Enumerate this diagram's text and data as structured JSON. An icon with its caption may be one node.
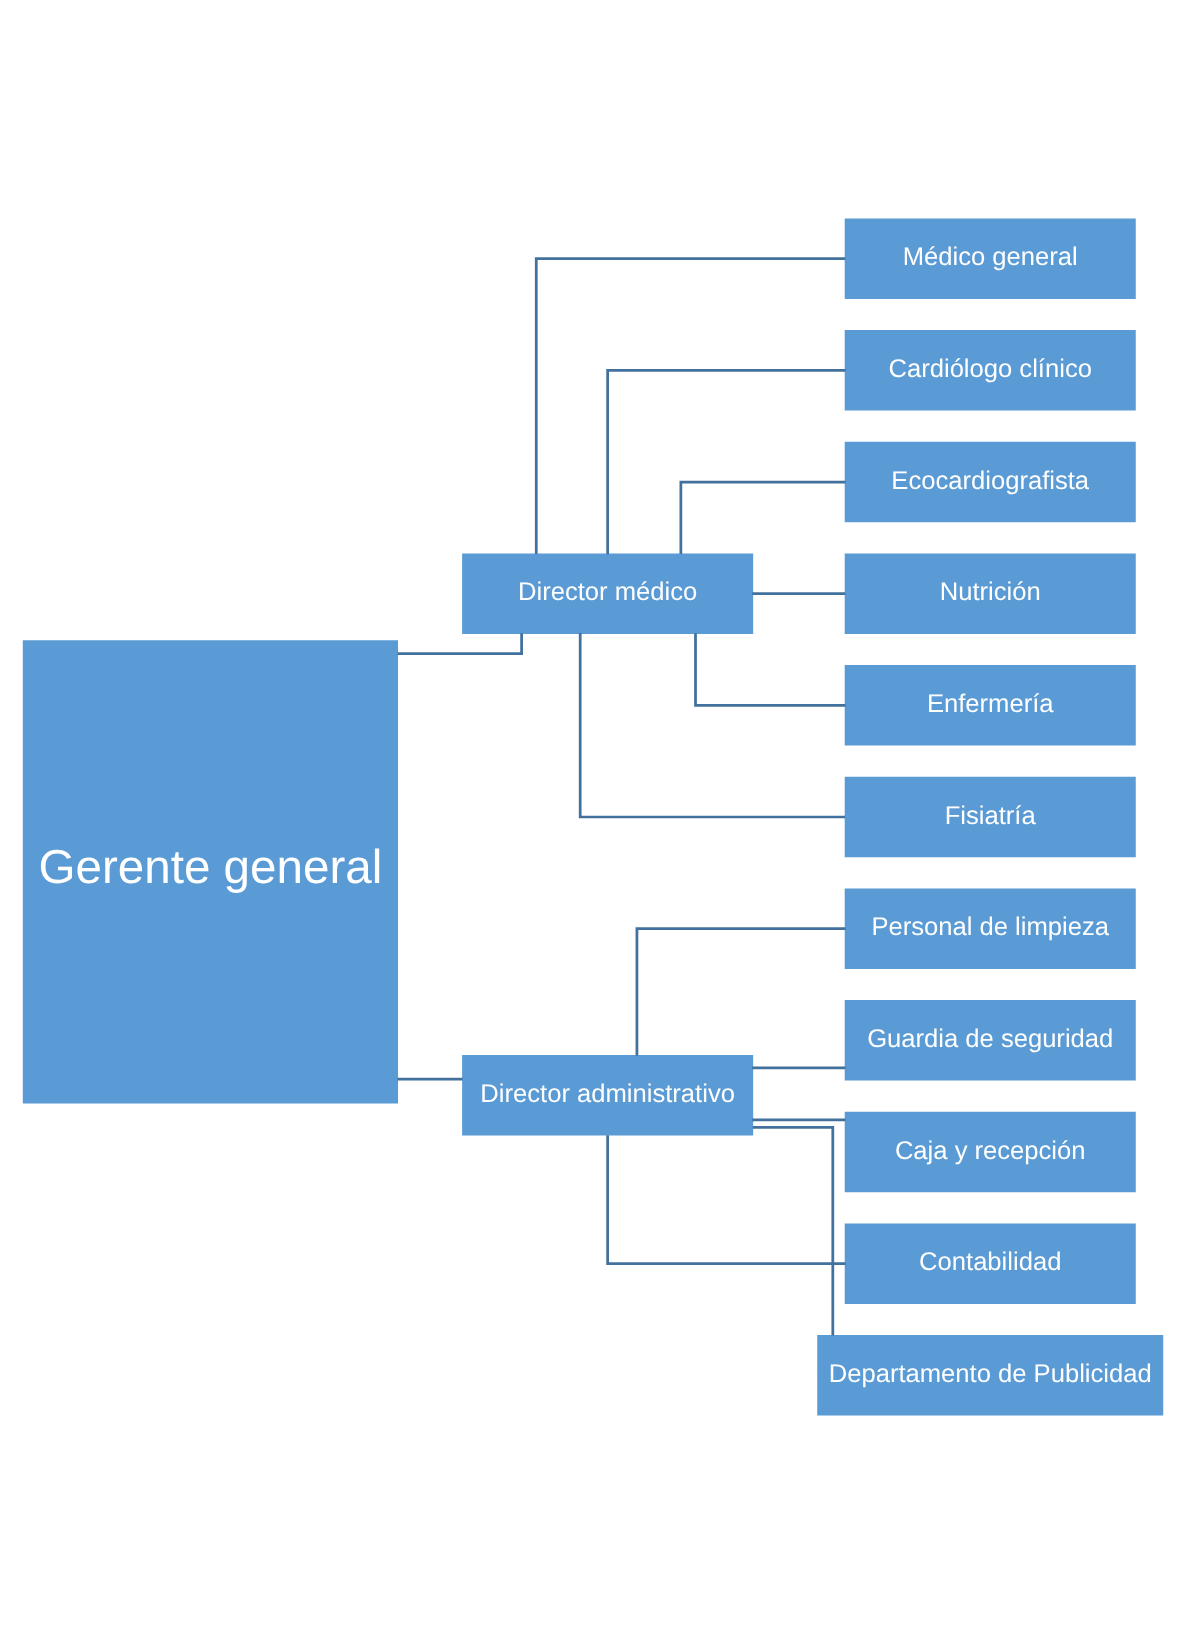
{
  "diagram": {
    "nodes": [
      {
        "text": [
          "Gerente general"
        ]
      },
      {
        "text": [
          "Director médico"
        ]
      },
      {
        "text": [
          "Director administrativo"
        ]
      },
      {
        "text": [
          "Médico general"
        ]
      },
      {
        "text": [
          "Cardiólogo clínico"
        ]
      },
      {
        "text": [
          "Ecocardiografista"
        ]
      },
      {
        "text": [
          "Nutrición"
        ]
      },
      {
        "text": [
          "Enfermería"
        ]
      },
      {
        "text": [
          "Fisiatría"
        ]
      },
      {
        "text": [
          "Personal de limpieza"
        ]
      },
      {
        "text": [
          "Guardia de seguridad"
        ]
      },
      {
        "text": [
          "Caja y recepción"
        ]
      },
      {
        "text": [
          "Contabilidad"
        ]
      },
      {
        "text": [
          "Departamento de Publicidad"
        ]
      }
    ],
    "edges": [
      {
        "from": 0,
        "to": 1,
        "arrow": "none"
      },
      {
        "from": 0,
        "to": 2,
        "arrow": "none"
      },
      {
        "from": 1,
        "to": 3,
        "arrow": "none"
      },
      {
        "from": 1,
        "to": 4,
        "arrow": "none"
      },
      {
        "from": 1,
        "to": 5,
        "arrow": "none"
      },
      {
        "from": 1,
        "to": 6,
        "arrow": "none"
      },
      {
        "from": 1,
        "to": 7,
        "arrow": "none"
      },
      {
        "from": 1,
        "to": 8,
        "arrow": "none"
      },
      {
        "from": 2,
        "to": 9,
        "arrow": "none"
      },
      {
        "from": 2,
        "to": 10,
        "arrow": "none"
      },
      {
        "from": 2,
        "to": 11,
        "arrow": "none"
      },
      {
        "from": 2,
        "to": 12,
        "arrow": "none"
      },
      {
        "from": 2,
        "to": 13,
        "arrow": "none"
      }
    ]
  }
}
